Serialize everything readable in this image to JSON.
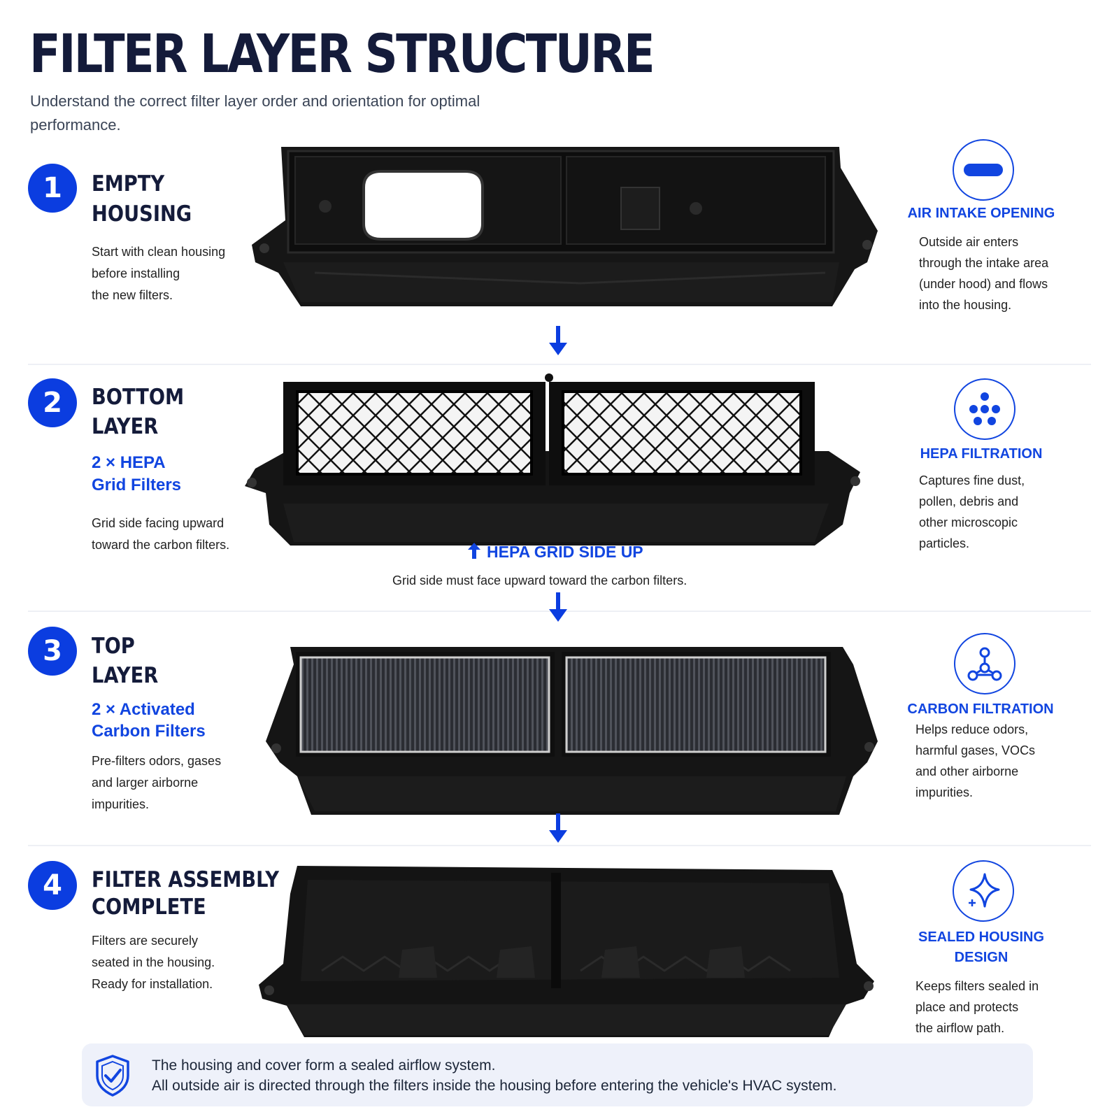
{
  "title": "FILTER LAYER STRUCTURE",
  "subtitle": "Understand the correct filter layer order and orientation for optimal performance.",
  "steps": [
    {
      "number": "1",
      "title_line1": "EMPTY",
      "title_line2": "HOUSING",
      "sub_line1": "",
      "sub_line2": "",
      "desc": [
        "Start with clean housing",
        "before installing",
        "the new filters."
      ]
    },
    {
      "number": "2",
      "title_line1": "BOTTOM",
      "title_line2": "LAYER",
      "sub_line1": "2 × HEPA",
      "sub_line2": "Grid Filters",
      "desc": [
        "Grid side facing upward",
        "toward the carbon filters."
      ]
    },
    {
      "number": "3",
      "title_line1": "TOP",
      "title_line2": "LAYER",
      "sub_line1": "2 × Activated",
      "sub_line2": "Carbon Filters",
      "desc": [
        "Pre-filters odors, gases",
        "and larger airborne",
        "impurities."
      ]
    },
    {
      "number": "4",
      "title_line1": "FILTER ASSEMBLY",
      "title_line2": "COMPLETE",
      "sub_line1": "",
      "sub_line2": "",
      "desc": [
        "Filters are securely",
        "seated in the housing.",
        "Ready for installation."
      ]
    }
  ],
  "features": [
    {
      "icon": "intake-opening-icon",
      "title_line1": "AIR INTAKE OPENING",
      "title_line2": "",
      "desc": [
        "Outside air enters",
        "through the intake area",
        "(under hood) and flows",
        "into the housing."
      ]
    },
    {
      "icon": "hepa-dots-icon",
      "title_line1": "HEPA FILTRATION",
      "title_line2": "",
      "desc": [
        "Captures fine dust,",
        "pollen, debris and",
        "other microscopic",
        "particles."
      ]
    },
    {
      "icon": "molecule-icon",
      "title_line1": "CARBON FILTRATION",
      "title_line2": "",
      "desc": [
        "Helps reduce odors,",
        "harmful gases, VOCs",
        "and other airborne",
        "impurities."
      ]
    },
    {
      "icon": "sparkle-icon",
      "title_line1": "SEALED HOUSING",
      "title_line2": "DESIGN",
      "desc": [
        "Keeps filters sealed in",
        "place and protects",
        "the airflow path."
      ]
    }
  ],
  "hepa_caption": {
    "label": "HEPA GRID SIDE UP",
    "note": "Grid side must face upward toward the carbon filters."
  },
  "footer_note": {
    "line1": "The housing and cover form a sealed airflow system.",
    "line2": "All outside air is directed through the filters inside the housing before entering the vehicle's HVAC system."
  },
  "colors": {
    "accent": "#1145e0",
    "badge": "#0b3de0",
    "title": "#141b3a",
    "note_bg": "#eef1fa"
  }
}
